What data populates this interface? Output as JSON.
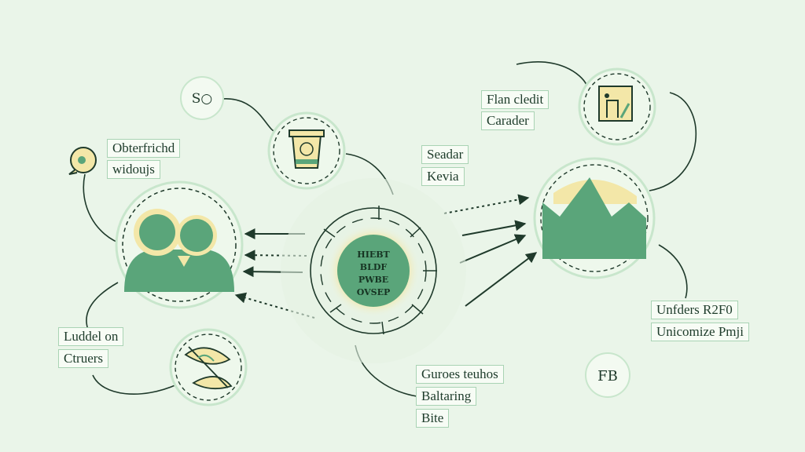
{
  "badges": {
    "top_left": "S○",
    "bottom_right": "FB"
  },
  "center": {
    "lines": [
      "HIEBT",
      "BLDF",
      "PWBE",
      "OVSEP"
    ]
  },
  "labels": {
    "left_top": [
      "Obterfrichd",
      "widoujs"
    ],
    "left_bottom": [
      "Luddel on",
      "Ctruers"
    ],
    "mid_top": [
      "Seadar",
      "Kevia"
    ],
    "top_right": [
      "Flan cledit",
      "Carader"
    ],
    "right": [
      "Unfders R2F0",
      "Unicomize Pmji"
    ],
    "bottom": [
      "Guroes teuhos",
      "Baltaring",
      "Bite"
    ]
  },
  "colors": {
    "background": "#eaf5e9",
    "accent_green": "#5aa57a",
    "accent_yellow": "#f3e7a8",
    "line": "#1f3a2b"
  },
  "icons": [
    "chat-icon",
    "people-icon",
    "cup-icon",
    "leaf-icon",
    "document-icon",
    "mountain-icon"
  ]
}
